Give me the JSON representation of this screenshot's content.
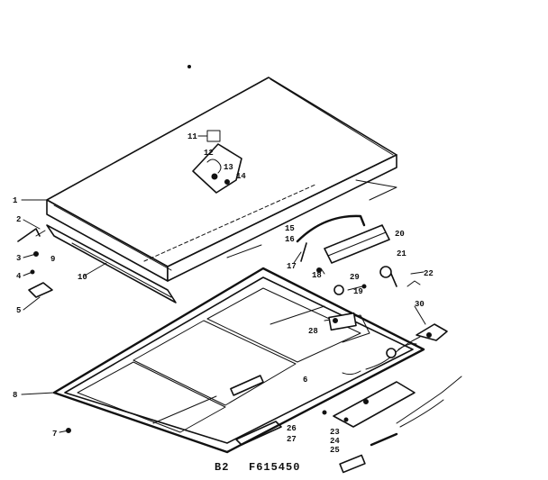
{
  "caption": {
    "page": "B2",
    "code": "F615450"
  },
  "callouts": {
    "c1": "1",
    "c2": "2",
    "c3": "3",
    "c4": "4",
    "c5": "5",
    "c6": "6",
    "c7": "7",
    "c8": "8",
    "c9": "9",
    "c10": "10",
    "c11": "11",
    "c12": "12",
    "c13": "13",
    "c14": "14",
    "c15": "15",
    "c16": "16",
    "c17": "17",
    "c18": "18",
    "c19": "19",
    "c20": "20",
    "c21": "21",
    "c22": "22",
    "c23": "23",
    "c24": "24",
    "c25": "25",
    "c26": "26",
    "c27": "27",
    "c28": "28",
    "c29": "29",
    "c30": "30"
  }
}
